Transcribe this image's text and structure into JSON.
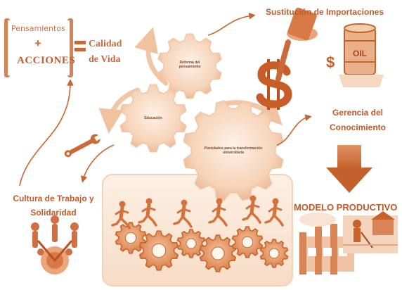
{
  "formula": {
    "pensamientos": "Pensamientos",
    "plus": "+",
    "acciones": "ACCIONES",
    "result_line1": "Calidad",
    "result_line2": "de Vida"
  },
  "labels": {
    "sustitucion": "Sustitución de Importaciones",
    "gerencia_line1": "Gerencia del",
    "gerencia_line2": "Conocimiento",
    "cultura_line1": "Cultura de Trabajo y",
    "cultura_line2": "Solidaridad",
    "modelo": "MODELO PRODUCTIVO"
  },
  "gears": {
    "reforma": "Reforma del pensamiento",
    "educacion": "Educación",
    "postulados": "Postulados para la transformación universitaria"
  },
  "icons": {
    "oil_barrel_text": "OIL",
    "dollar": "$"
  },
  "colors": {
    "primary": "#c8622a",
    "light": "#f3c9a8",
    "lighter": "#fbe6d4",
    "dark": "#a8481c"
  }
}
